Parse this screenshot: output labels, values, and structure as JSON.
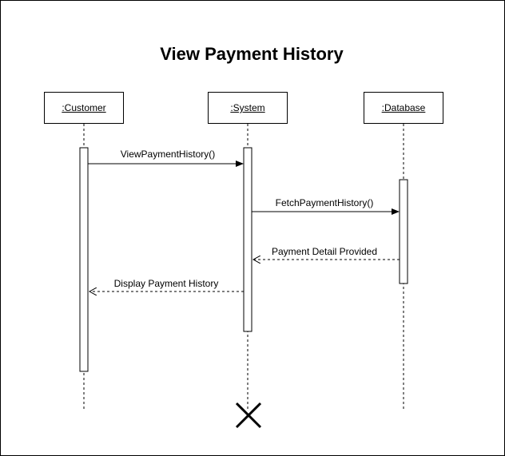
{
  "diagram": {
    "title": "View Payment History",
    "participants": [
      {
        "id": "customer",
        "label": ":Customer"
      },
      {
        "id": "system",
        "label": ":System"
      },
      {
        "id": "database",
        "label": ":Database"
      }
    ],
    "messages": [
      {
        "label": "ViewPaymentHistory()",
        "from": "customer",
        "to": "system",
        "type": "sync"
      },
      {
        "label": "FetchPaymentHistory()",
        "from": "system",
        "to": "database",
        "type": "sync"
      },
      {
        "label": "Payment Detail Provided",
        "from": "database",
        "to": "system",
        "type": "return"
      },
      {
        "label": "Display Payment History",
        "from": "system",
        "to": "customer",
        "type": "return"
      }
    ],
    "destroyed": "system"
  }
}
